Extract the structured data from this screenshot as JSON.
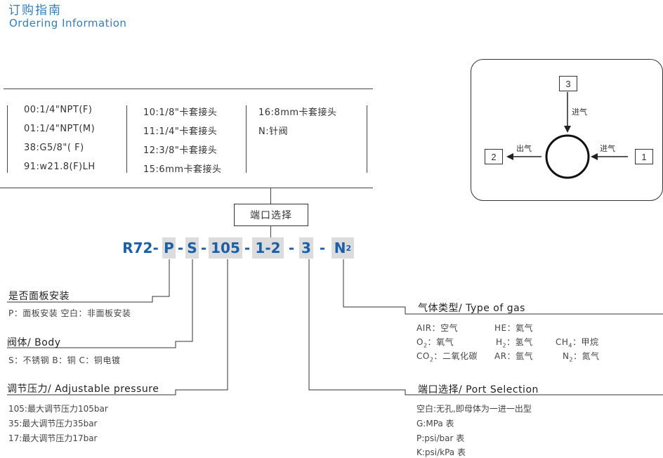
{
  "header": {
    "title_cn": "订购指南",
    "title_en": "Ordering Information"
  },
  "ports": {
    "col1": [
      "00:1/4\"NPT(F)",
      "01:1/4\"NPT(M)",
      "38:G5/8\"( F)",
      "91:w21.8(F)LH"
    ],
    "col2": [
      "10:1/8\"卡套接头",
      "11:1/4\"卡套接头",
      "12:3/8\"卡套接头",
      "15:6mm卡套接头"
    ],
    "col3": [
      "16:8mm卡套接头",
      "N:针阀"
    ]
  },
  "port_box_label": "端口选择",
  "code": {
    "prefix": "R72-",
    "p": "P",
    "s": "S",
    "pressure": "105",
    "ports": "1-2",
    "port_sel": "3",
    "gas_main": "N",
    "gas_sub": "2",
    "dash": "-"
  },
  "panel": {
    "title": "是否面板安装",
    "desc": "P：面板安装   空白：非面板安装"
  },
  "body": {
    "title": "阀体/ Body",
    "desc": "S：不锈钢  B：铜  C：铜电镀"
  },
  "pressure": {
    "title": "调节压力/ Adjustable pressure",
    "items": [
      "105:最大调节压力105bar",
      "35:最大调节压力35bar",
      "17:最大调节压力17bar"
    ]
  },
  "gas": {
    "title": "气体类型/ Type of gas",
    "items": [
      {
        "name": "AIR",
        "sub": "",
        "value": "空气"
      },
      {
        "name": "HE",
        "sub": "",
        "value": "氦气"
      },
      {
        "name": "O",
        "sub": "2",
        "value": "氧气"
      },
      {
        "name": "H",
        "sub": "2",
        "value": "氢气"
      },
      {
        "name": "CH",
        "sub": "4",
        "value": "甲烷"
      },
      {
        "name": "CO",
        "sub": "2",
        "value": "二氧化碳"
      },
      {
        "name": "AR",
        "sub": "",
        "value": "氩气"
      },
      {
        "name": "N",
        "sub": "2",
        "value": "氮气"
      }
    ]
  },
  "port_selection": {
    "title": "端口选择/ Port Selection",
    "items": [
      "空白:无孔,即母体为一进一出型",
      "G:MPa 表",
      "P:psi/bar 表",
      "K:psi/kPa 表"
    ]
  },
  "flow": {
    "port1": "1",
    "port2": "2",
    "port3": "3",
    "inlet": "进气",
    "outlet": "出气"
  }
}
